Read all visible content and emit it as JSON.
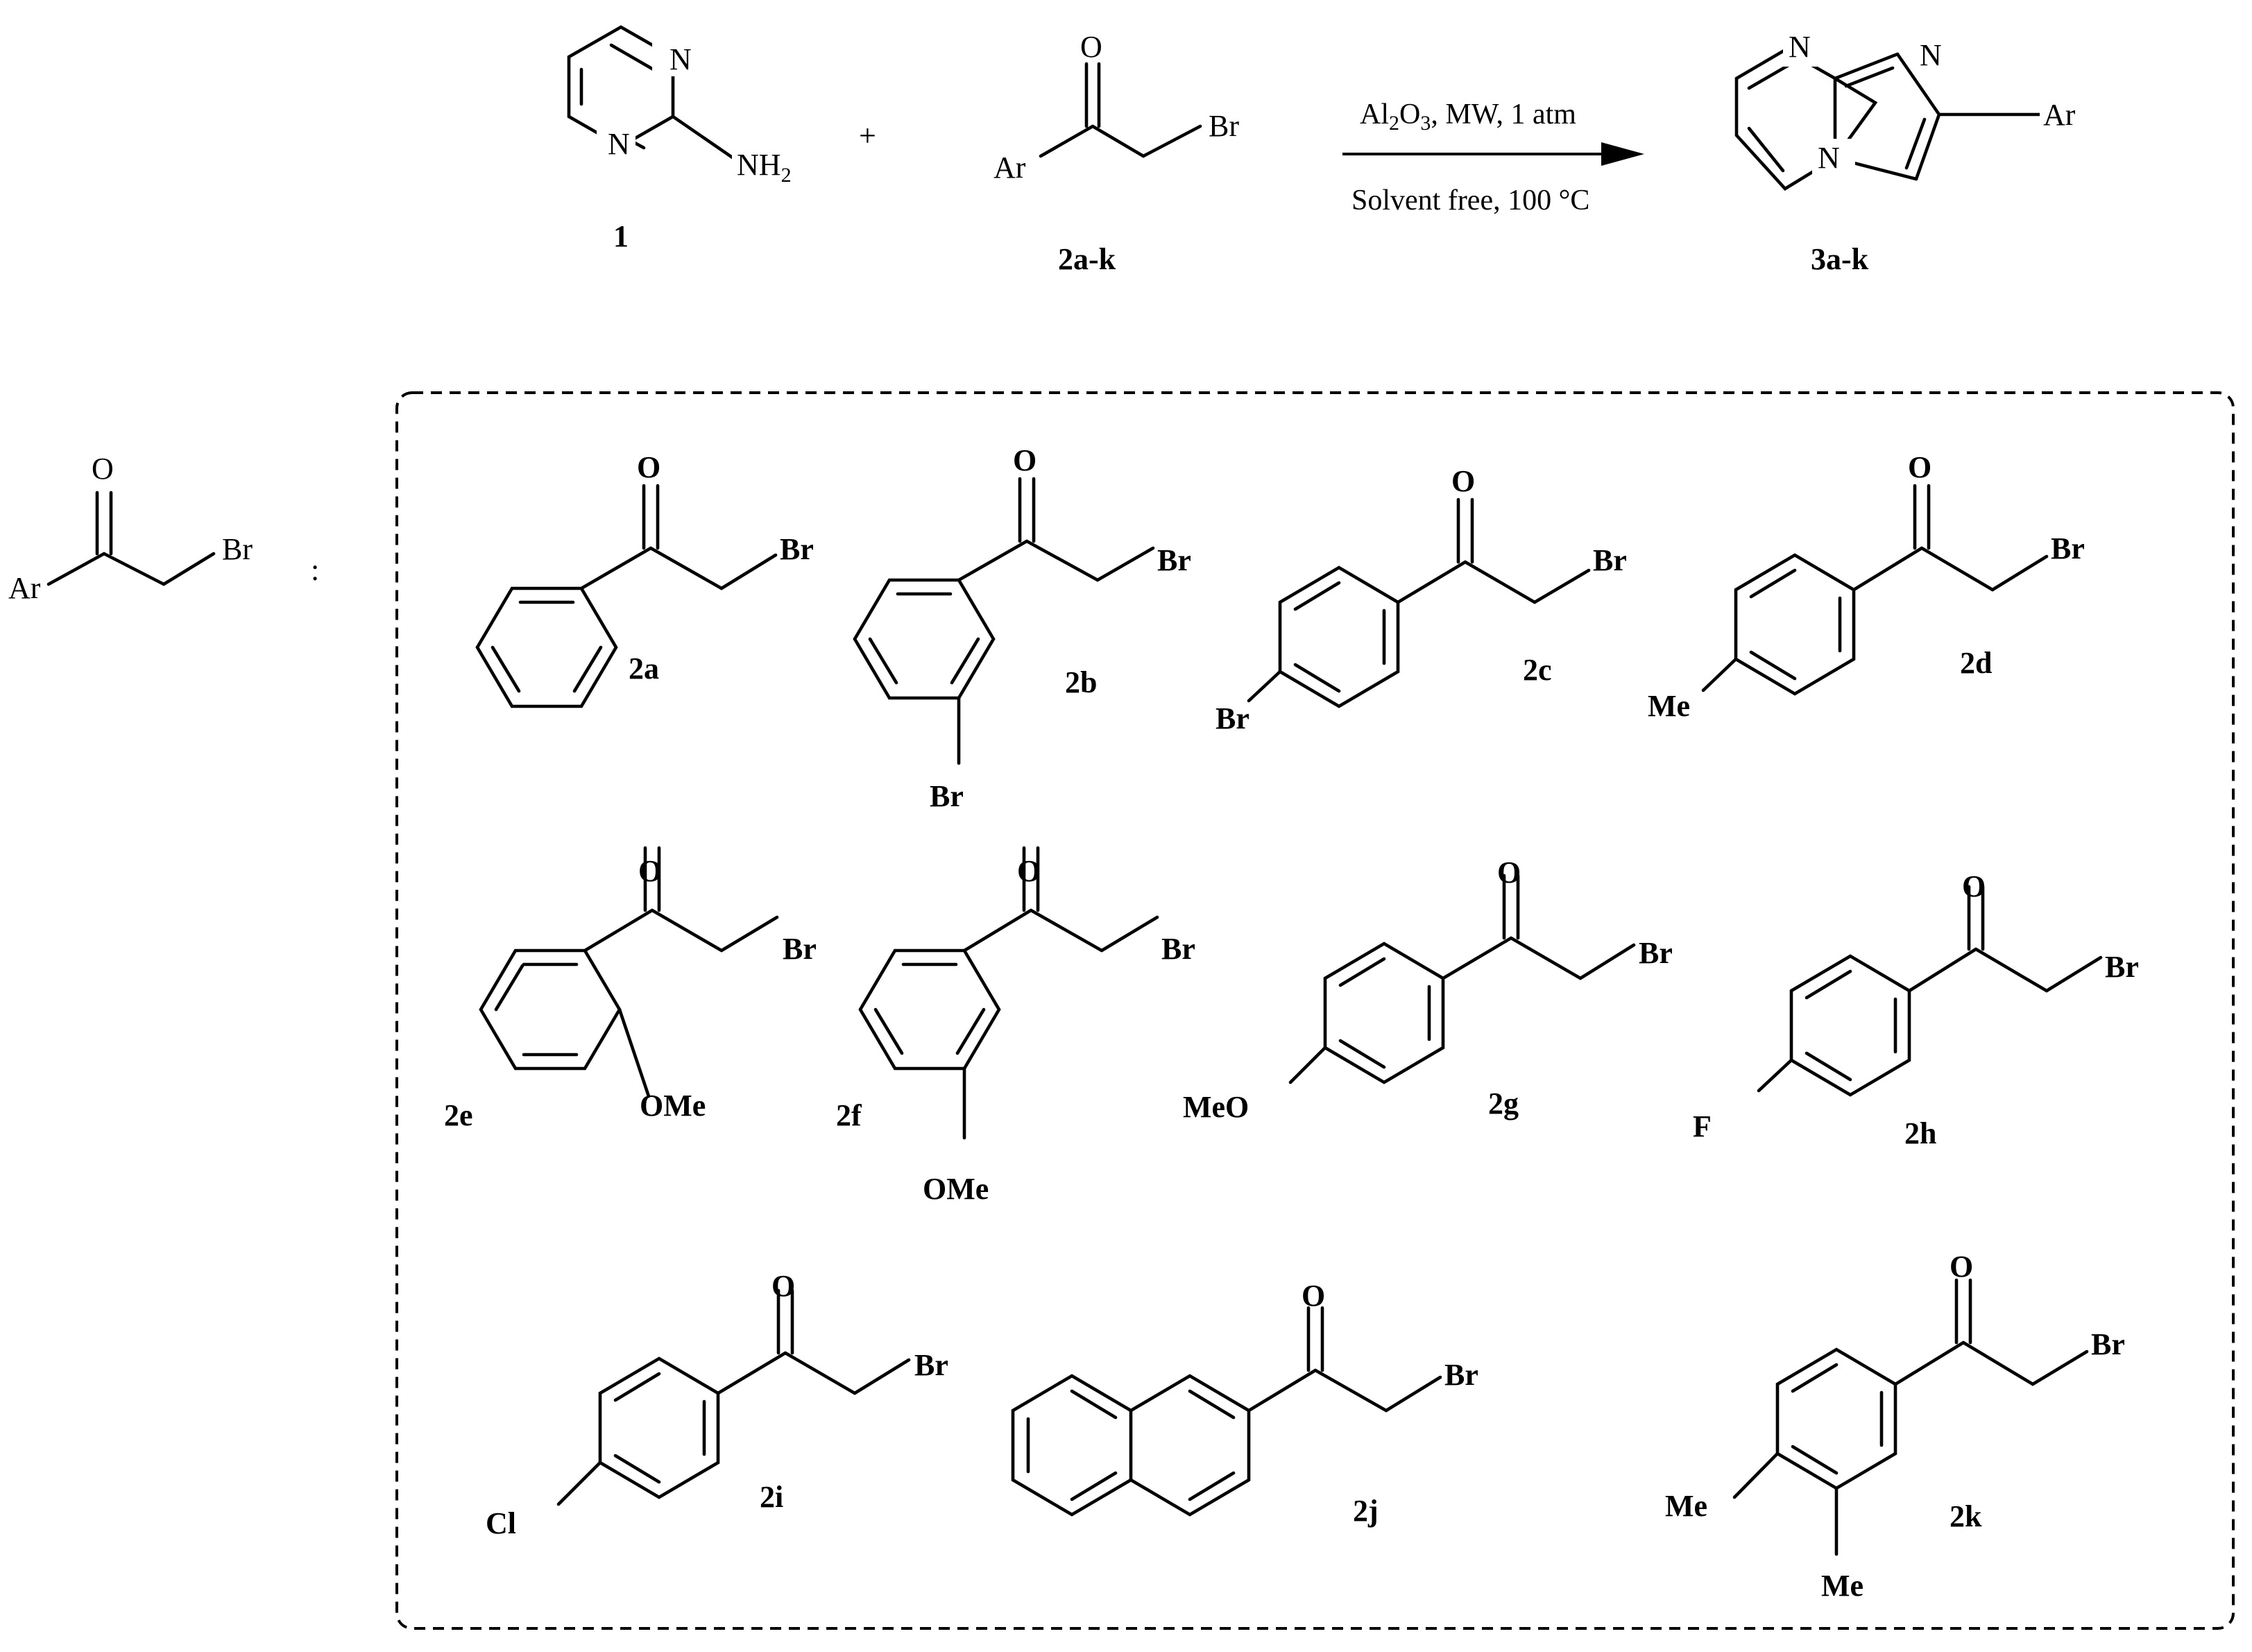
{
  "scheme": {
    "reactant1": {
      "label": "1",
      "atoms": {
        "n_top": "N",
        "n_bottom": "N",
        "nh2": "NH",
        "nh2_sub": "2"
      }
    },
    "plus": "+",
    "reactant2": {
      "label": "2a-k",
      "atoms": {
        "o": "O",
        "ar": "Ar",
        "br": "Br"
      }
    },
    "conditions": {
      "line1_a": "Al",
      "line1_sub1": "2",
      "line1_b": "O",
      "line1_sub2": "3",
      "line1_c": ", MW, 1 atm",
      "line2": "Solvent free, 100 °C"
    },
    "product": {
      "label": "3a-k",
      "atoms": {
        "n_top": "N",
        "n_bridge": "N",
        "n_ring": "N",
        "ar": "Ar"
      }
    }
  },
  "legend": {
    "o": "O",
    "ar": "Ar",
    "br": "Br",
    "colon": ":"
  },
  "substrates": [
    {
      "label": "2a",
      "o": "O",
      "br": "Br"
    },
    {
      "label": "2b",
      "o": "O",
      "br": "Br",
      "sub": "Br"
    },
    {
      "label": "2c",
      "o": "O",
      "br": "Br",
      "sub": "Br"
    },
    {
      "label": "2d",
      "o": "O",
      "br": "Br",
      "sub": "Me"
    },
    {
      "label": "2e",
      "o": "O",
      "br": "Br",
      "sub": "OMe"
    },
    {
      "label": "2f",
      "o": "O",
      "br": "Br",
      "sub": "OMe"
    },
    {
      "label": "2g",
      "o": "O",
      "br": "Br",
      "sub": "MeO"
    },
    {
      "label": "2h",
      "o": "O",
      "br": "Br",
      "sub": "F"
    },
    {
      "label": "2i",
      "o": "O",
      "br": "Br",
      "sub": "Cl"
    },
    {
      "label": "2j",
      "o": "O",
      "br": "Br"
    },
    {
      "label": "2k",
      "o": "O",
      "br": "Br",
      "sub": "Me",
      "sub2": "Me"
    }
  ]
}
